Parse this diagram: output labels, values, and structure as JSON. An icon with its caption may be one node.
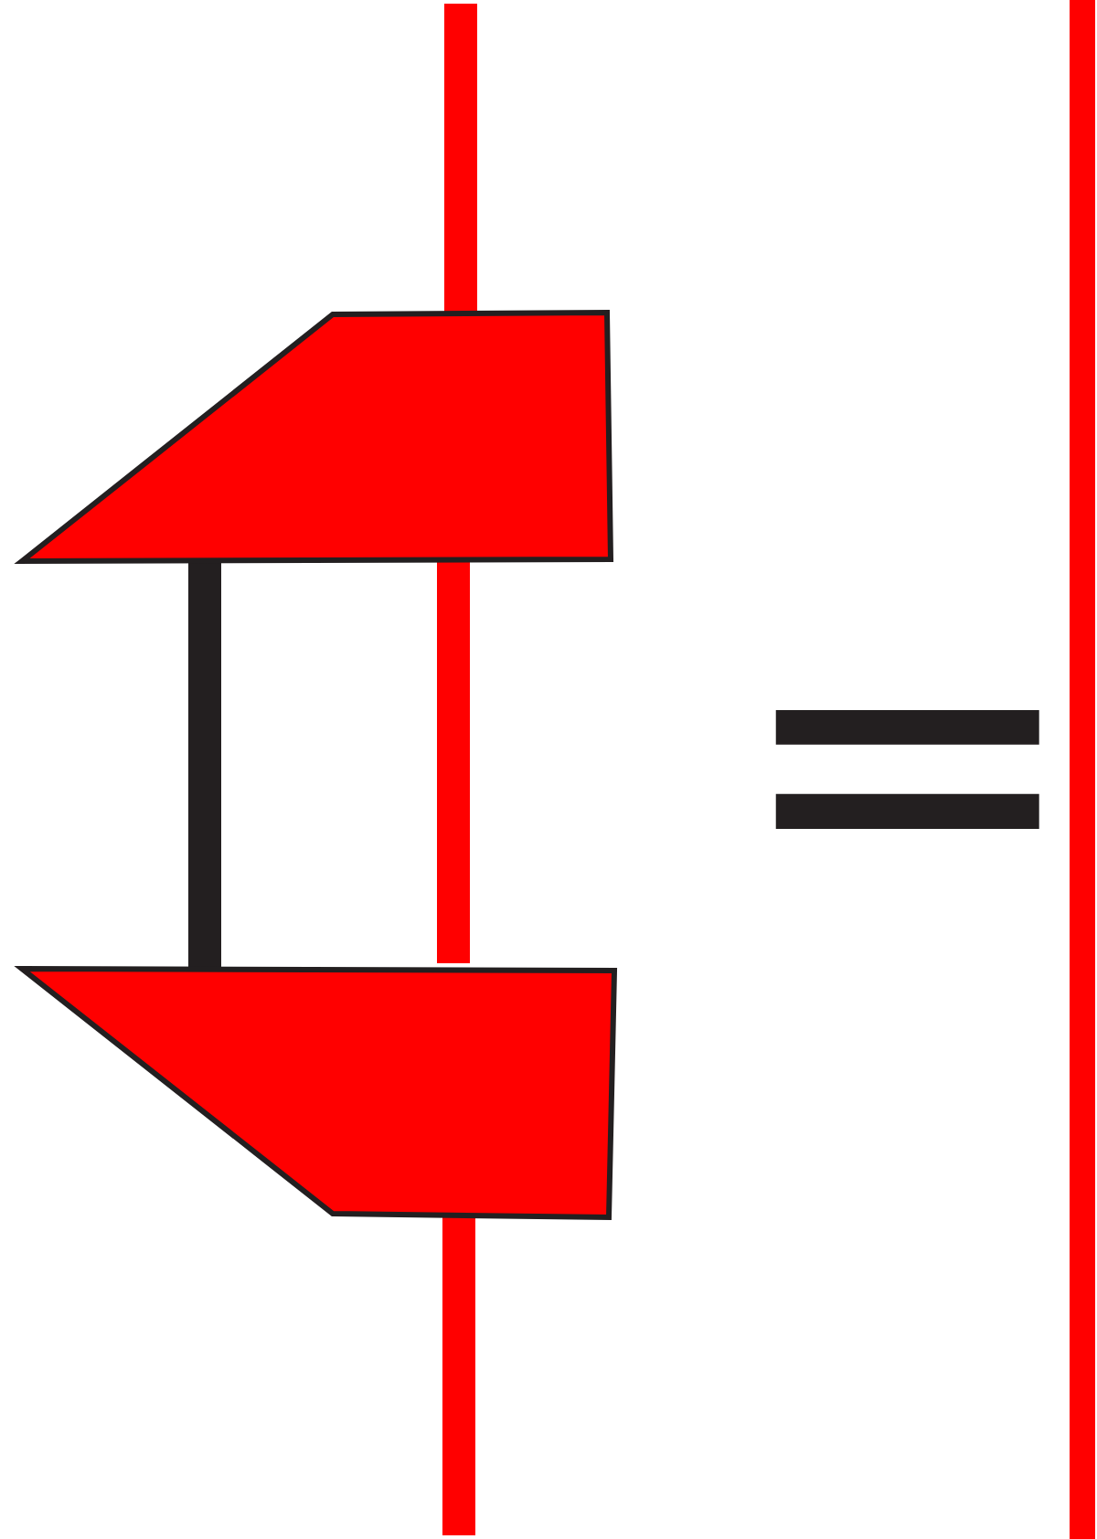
{
  "diagram": {
    "nodes": [
      {
        "text": [],
        "shape": "trapezoid"
      },
      {
        "text": [],
        "shape": "trapezoid"
      },
      {
        "text": [],
        "shape": "bar"
      }
    ],
    "edges": [
      {
        "from": null,
        "to": 0,
        "arrow": "none"
      },
      {
        "from": 0,
        "to": 1,
        "arrow": "none"
      },
      {
        "from": 0,
        "to": 1,
        "arrow": "none",
        "color": "#231f20"
      },
      {
        "from": 1,
        "to": null,
        "arrow": "none"
      }
    ],
    "labels": [
      "="
    ]
  }
}
